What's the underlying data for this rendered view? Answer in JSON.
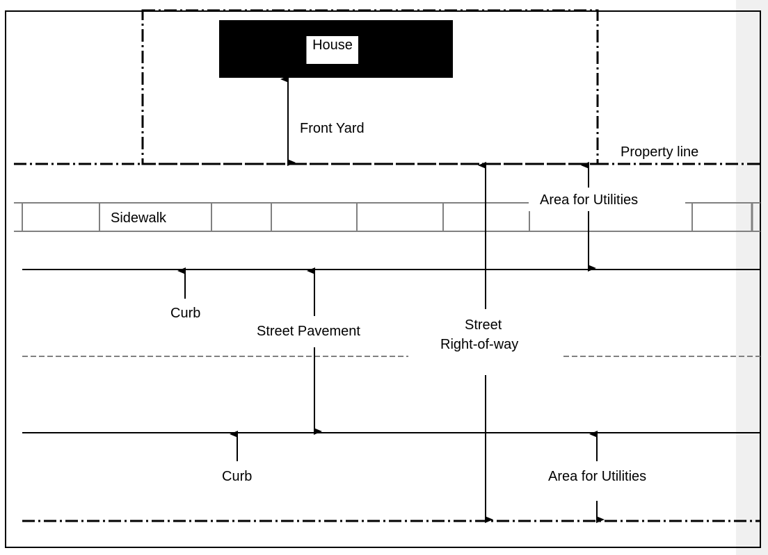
{
  "diagram": {
    "title": "Street right-of-way cross section",
    "labels": {
      "house": "House",
      "front_yard": "Front Yard",
      "property_line": "Property line",
      "sidewalk": "Sidewalk",
      "area_for_utilities_top": "Area for Utilities",
      "curb_top": "Curb",
      "street_pavement": "Street Pavement",
      "street_row_line1": "Street",
      "street_row_line2": "Right-of-way",
      "curb_bottom": "Curb",
      "area_for_utilities_bottom": "Area for Utilities"
    },
    "colors": {
      "line": "#000000",
      "sidewalk": "#808080",
      "centerline": "#808080",
      "house_fill": "#000000"
    }
  }
}
